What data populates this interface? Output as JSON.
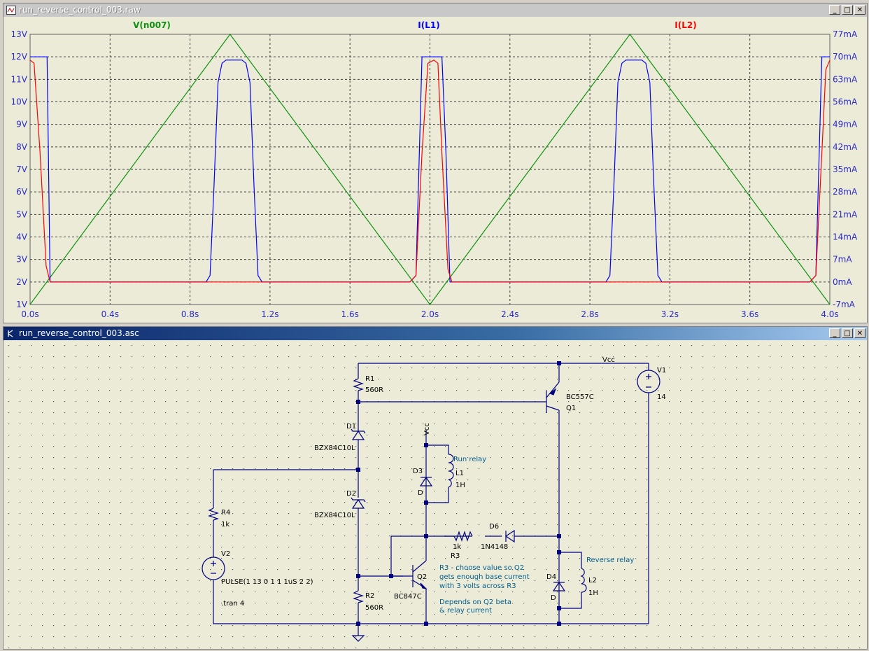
{
  "waveform_window": {
    "title": "run_reverse_control_003.raw",
    "buttons": {
      "minimize": "_",
      "maximize": "□",
      "close": "✕"
    }
  },
  "schematic_window": {
    "title": "run_reverse_control_003.asc",
    "buttons": {
      "minimize": "_",
      "maximize": "□",
      "close": "✕"
    }
  },
  "colors": {
    "plot_bg": "#ebebd7",
    "grid": "#3c3c3c",
    "axis_text": "#2a2ac8",
    "v_n007": "#109010",
    "i_l1": "#0000ff",
    "i_l2": "#ff0000",
    "wire": "#000080",
    "comment": "#005f8f"
  },
  "chart_data": {
    "type": "line",
    "x": {
      "min": 0,
      "max": 4.0,
      "unit": "s",
      "ticks": [
        "0.0s",
        "0.4s",
        "0.8s",
        "1.2s",
        "1.6s",
        "2.0s",
        "2.4s",
        "2.8s",
        "3.2s",
        "3.6s",
        "4.0s"
      ]
    },
    "y_left": {
      "min": 1,
      "max": 13,
      "unit": "V",
      "ticks": [
        "13V",
        "12V",
        "11V",
        "10V",
        "9V",
        "8V",
        "7V",
        "6V",
        "5V",
        "4V",
        "3V",
        "2V",
        "1V"
      ]
    },
    "y_right": {
      "min": -7,
      "max": 77,
      "unit": "mA",
      "ticks": [
        "77mA",
        "70mA",
        "63mA",
        "56mA",
        "49mA",
        "42mA",
        "35mA",
        "28mA",
        "21mA",
        "14mA",
        "7mA",
        "0mA",
        "-7mA"
      ]
    },
    "series": [
      {
        "name": "V(n007)",
        "axis": "left",
        "color": "#109010",
        "points": [
          [
            0,
            1
          ],
          [
            1,
            13
          ],
          [
            2,
            1
          ],
          [
            3,
            13
          ],
          [
            4,
            1
          ]
        ]
      },
      {
        "name": "I(L1)",
        "axis": "right",
        "color": "#0000ff",
        "points": [
          [
            0,
            70
          ],
          [
            0.085,
            70
          ],
          [
            0.1,
            0
          ],
          [
            0.88,
            0
          ],
          [
            0.9,
            2
          ],
          [
            0.92,
            30
          ],
          [
            0.94,
            62
          ],
          [
            0.96,
            68
          ],
          [
            0.98,
            69
          ],
          [
            1.06,
            69
          ],
          [
            1.08,
            68
          ],
          [
            1.1,
            62
          ],
          [
            1.12,
            30
          ],
          [
            1.14,
            2
          ],
          [
            1.16,
            0
          ],
          [
            1.9,
            0
          ],
          [
            1.93,
            2
          ],
          [
            1.96,
            70
          ],
          [
            2.06,
            70
          ],
          [
            2.08,
            40
          ],
          [
            2.1,
            0
          ],
          [
            2.88,
            0
          ],
          [
            2.9,
            2
          ],
          [
            2.92,
            30
          ],
          [
            2.94,
            62
          ],
          [
            2.96,
            68
          ],
          [
            2.98,
            69
          ],
          [
            3.06,
            69
          ],
          [
            3.08,
            68
          ],
          [
            3.1,
            62
          ],
          [
            3.12,
            30
          ],
          [
            3.14,
            2
          ],
          [
            3.16,
            0
          ],
          [
            3.9,
            0
          ],
          [
            3.93,
            2
          ],
          [
            3.96,
            70
          ],
          [
            4.0,
            70
          ]
        ]
      },
      {
        "name": "I(L2)",
        "axis": "right",
        "color": "#ff0000",
        "points": [
          [
            0,
            69
          ],
          [
            0.02,
            68
          ],
          [
            0.05,
            40
          ],
          [
            0.08,
            5
          ],
          [
            0.1,
            0
          ],
          [
            1.9,
            0
          ],
          [
            1.93,
            2
          ],
          [
            1.96,
            40
          ],
          [
            1.99,
            68
          ],
          [
            2.02,
            69
          ],
          [
            2.04,
            68
          ],
          [
            2.06,
            40
          ],
          [
            2.09,
            4
          ],
          [
            2.11,
            0
          ],
          [
            3.9,
            0
          ],
          [
            3.93,
            2
          ],
          [
            3.96,
            40
          ],
          [
            3.98,
            66
          ],
          [
            4.0,
            69
          ]
        ]
      }
    ]
  },
  "schematic": {
    "labels": {
      "vcc_top": "Vcc",
      "vcc_relay": "Vcc",
      "r1_name": "R1",
      "r1_val": "560R",
      "r2_name": "R2",
      "r2_val": "560R",
      "r3_name": "R3",
      "r3_val": "1k",
      "r4_name": "R4",
      "r4_val": "1k",
      "d1_name": "D1",
      "d1_val": "BZX84C10L",
      "d2_name": "D2",
      "d2_val": "BZX84C10L",
      "d3_name": "D3",
      "d3_val": "D",
      "d4_name": "D4",
      "d4_val": "D",
      "d6_name": "D6",
      "d6_val": "1N4148",
      "q1_name": "Q1",
      "q1_val": "BC557C",
      "q2_name": "Q2",
      "q2_val": "BC847C",
      "l1_name": "L1",
      "l1_val": "1H",
      "l2_name": "L2",
      "l2_val": "1H",
      "v1_name": "V1",
      "v1_val": "14",
      "v2_name": "V2",
      "v2_val": "PULSE(1 13 0 1 1 1uS 2 2)",
      "tran": ".tran 4",
      "run_relay": "Run relay",
      "reverse_relay": "Reverse relay",
      "note1_l1": "R3 - choose value so Q2",
      "note1_l2": "gets enough base current",
      "note1_l3": "with 3 volts across R3",
      "note2_l1": "Depends on Q2 beta",
      "note2_l2": "& relay current"
    }
  }
}
